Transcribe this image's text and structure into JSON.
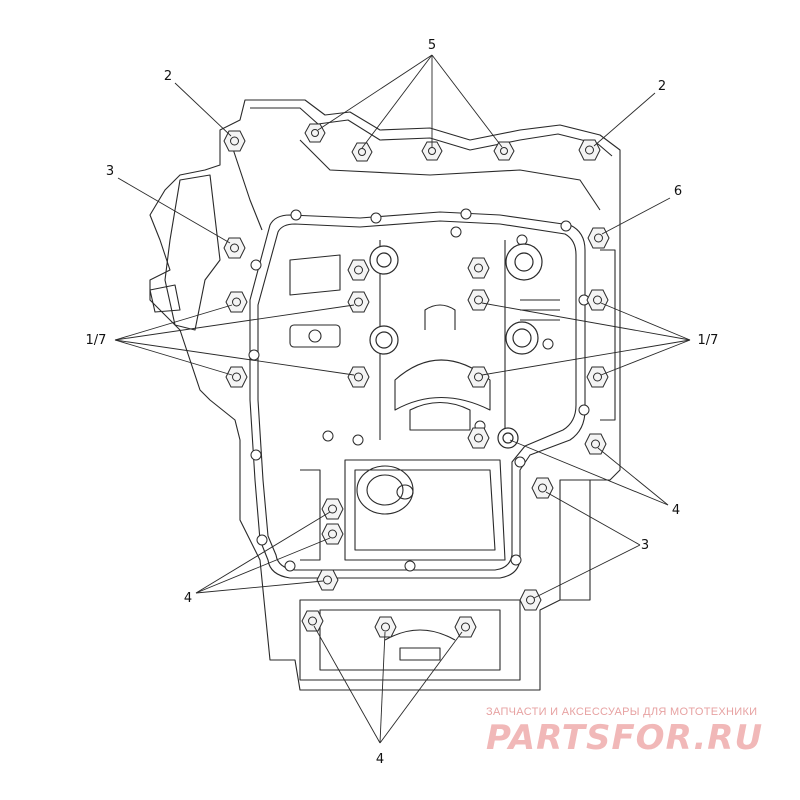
{
  "diagram": {
    "stroke_color": "#2a2a2a",
    "fill_color": "#ffffff",
    "bolt_fill": "#f4f4f4"
  },
  "callouts": {
    "five": "5",
    "two_left": "2",
    "two_right": "2",
    "three_left": "3",
    "six": "6",
    "seventh_left": "1/7",
    "seventh_right": "1/7",
    "four_right": "4",
    "three_right": "3",
    "four_left": "4",
    "four_bottom": "4"
  },
  "watermark": {
    "caption": "ЗАПЧАСТИ И АКСЕССУАРЫ ДЛЯ МОТОТЕХНИКИ",
    "logo_text": "PARTSFOR.RU",
    "color": "#e7a2a2"
  }
}
